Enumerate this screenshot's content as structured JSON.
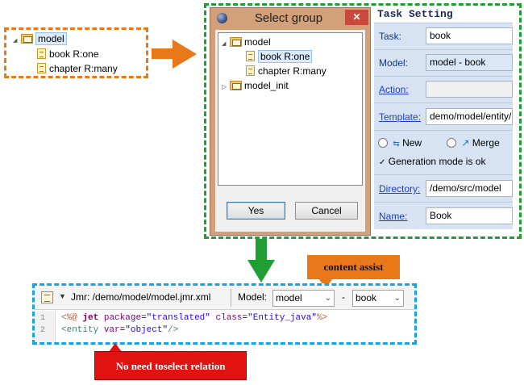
{
  "left_tree": {
    "root_label": "model",
    "children": [
      "book R:one",
      "chapter R:many"
    ]
  },
  "dialog": {
    "title": "Select group",
    "close_glyph": "✕",
    "tree": {
      "group1_label": "model",
      "group1_children": [
        "book R:one",
        "chapter R:many"
      ],
      "group2_label": "model_init"
    },
    "yes_label": "Yes",
    "cancel_label": "Cancel"
  },
  "task_setting": {
    "title": "Task Setting",
    "task_label": "Task:",
    "task_value": "book",
    "model_label": "Model:",
    "model_value": "model - book",
    "action_label": "Action:",
    "action_value": "",
    "template_label": "Template:",
    "template_value": "demo/model/entity/",
    "new_label": "New",
    "merge_label": "Merge",
    "generation_status": "Generation mode is ok",
    "directory_label": "Directory:",
    "directory_value": "/demo/src/model",
    "name_label": "Name:",
    "name_value": "Book"
  },
  "editor": {
    "file_path": "Jmr: /demo/model/model.jmr.xml",
    "model_label": "Model:",
    "model_select": "model",
    "separator": "-",
    "entity_select": "book",
    "line_numbers": [
      "1",
      "2"
    ],
    "code_line1": {
      "open": "<%@",
      "kw": "jet",
      "attr1": "package",
      "eq1": "=",
      "val1": "\"translated\"",
      "attr2": "class",
      "eq2": "=",
      "val2": "\"Entity_java\"",
      "close": "%>"
    },
    "code_line2": {
      "open": "<entity",
      "attr": "var",
      "eq": "=",
      "val": "\"object\"",
      "close": "/>"
    }
  },
  "callouts": {
    "content_assist": "content assist",
    "relation_note": "No need toselect  relation"
  },
  "colors": {
    "orange": "#e8781a",
    "green": "#1f9e33",
    "blue": "#1aa3e2",
    "red": "#e01212"
  }
}
